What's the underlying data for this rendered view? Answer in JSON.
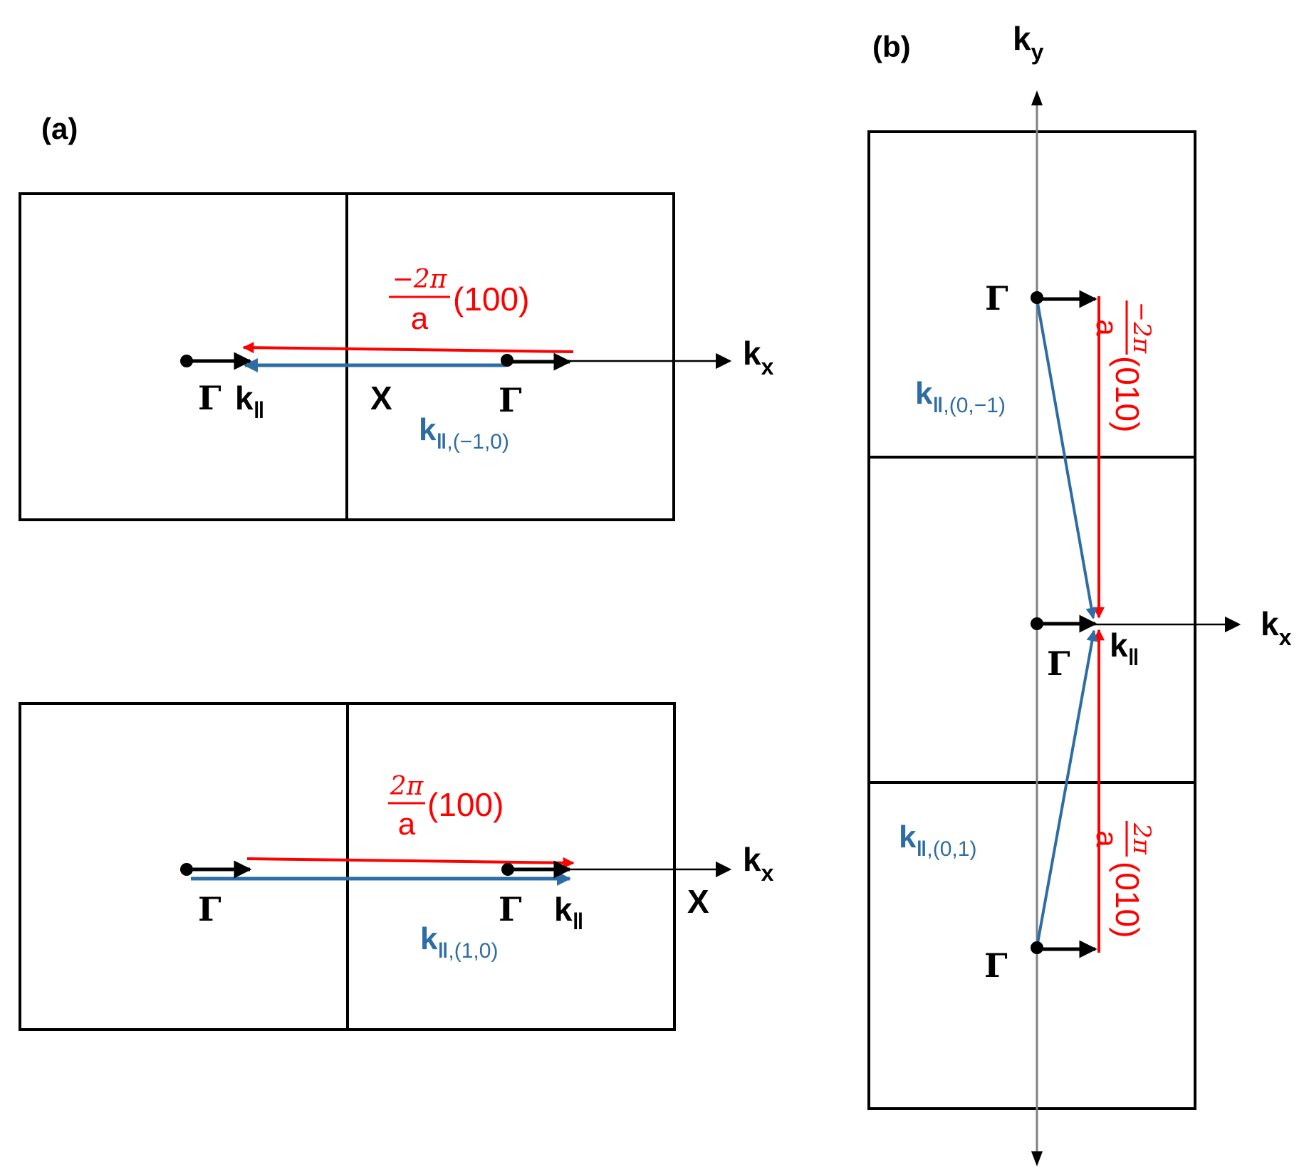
{
  "colors": {
    "black": "#000000",
    "red": "#ff0000",
    "blue": "#2e6da4",
    "axis_gray": "#808080"
  },
  "panel_a": {
    "label": "(a)",
    "top": {
      "red_coef": "−2π",
      "red_den": "a",
      "red_vec": "(100)",
      "kx": "k",
      "kx_sub": "x",
      "gamma_left": "Γ",
      "gamma_right": "Γ",
      "x_point": "X",
      "kpar": "k",
      "kpar_sub": "‖",
      "kshift": "k",
      "kshift_sub": "‖",
      "kshift_idx": ",(−1,0)"
    },
    "bottom": {
      "red_coef": "2π",
      "red_den": "a",
      "red_vec": "(100)",
      "kx": "k",
      "kx_sub": "x",
      "gamma_left": "Γ",
      "gamma_right": "Γ",
      "x_point": "X",
      "kpar": "k",
      "kpar_sub": "‖",
      "kshift": "k",
      "kshift_sub": "‖",
      "kshift_idx": ",(1,0)"
    }
  },
  "panel_b": {
    "label": "(b)",
    "ky": "k",
    "ky_sub": "y",
    "kx": "k",
    "kx_sub": "x",
    "gamma_top": "Γ",
    "gamma_mid": "Γ",
    "gamma_bottom": "Γ",
    "kpar": "k",
    "kpar_sub": "‖",
    "kshift_top": "k",
    "kshift_top_sub": "‖",
    "kshift_top_idx": ",(0,−1)",
    "kshift_bottom": "k",
    "kshift_bottom_sub": "‖",
    "kshift_bottom_idx": ",(0,1)",
    "red_top_coef": "−2π",
    "red_top_den": "a",
    "red_top_vec": "(010)",
    "red_bottom_coef": "2π",
    "red_bottom_den": "a",
    "red_bottom_vec": "(010)"
  }
}
